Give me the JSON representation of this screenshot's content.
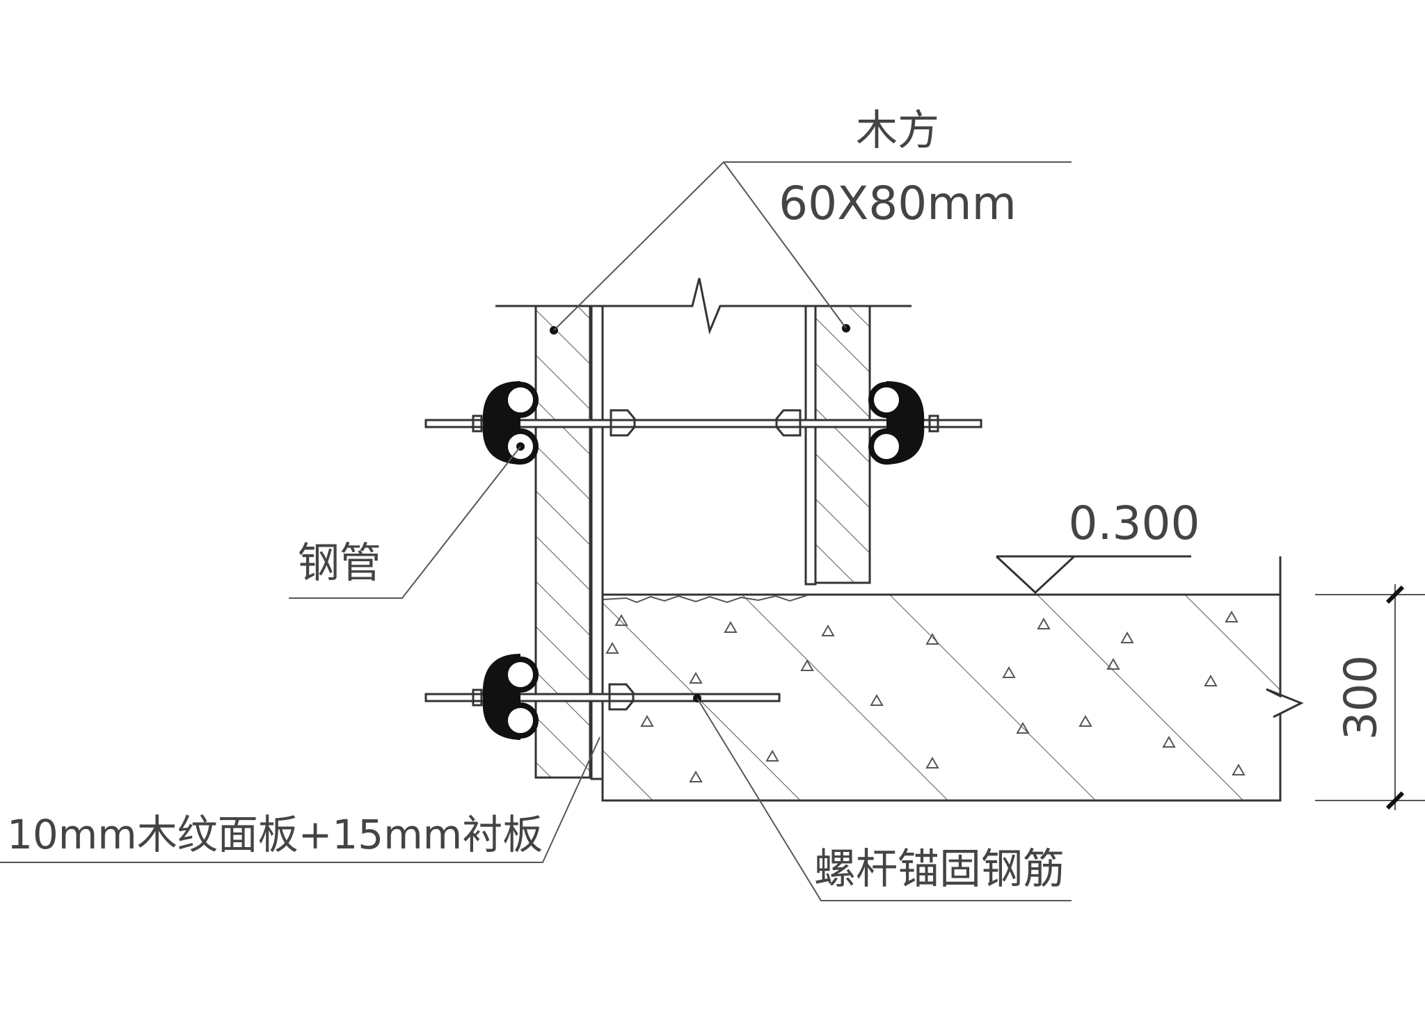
{
  "labels": {
    "timber": "木方",
    "timber_size": "60X80mm",
    "steel_pipe": "钢管",
    "elevation": "0.300",
    "dimension": "300",
    "panel": "10mm木纹面板+15mm衬板",
    "anchor": "螺杆锚固钢筋"
  },
  "colors": {
    "line": "#333333",
    "text": "#444444",
    "background": "#ffffff"
  }
}
